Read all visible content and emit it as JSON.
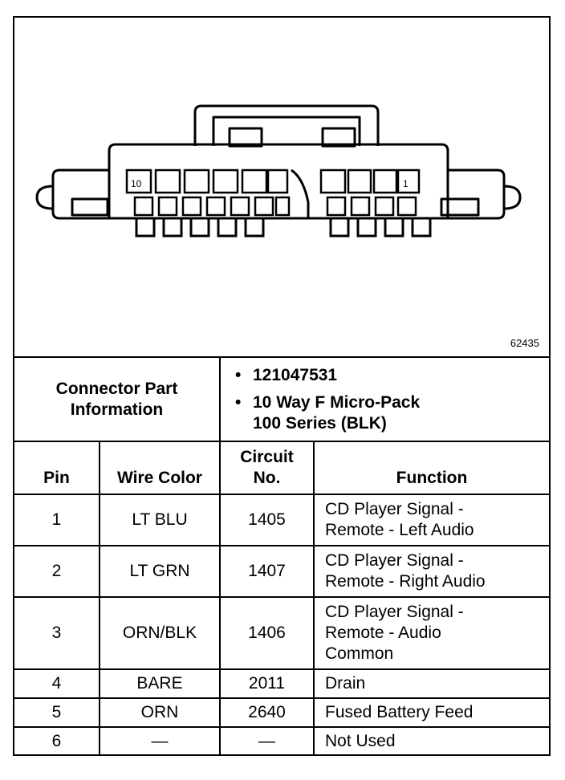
{
  "figure_number": "62435",
  "connector": {
    "cavity_labels": {
      "left": "10",
      "right": "1"
    }
  },
  "part_info": {
    "label_line1": "Connector Part",
    "label_line2": "Information",
    "bullet": "•",
    "part_number": "121047531",
    "description_line1": "10 Way F Micro-Pack",
    "description_line2": "100 Series (BLK)"
  },
  "table": {
    "headers": {
      "pin": "Pin",
      "wire_color": "Wire Color",
      "circuit_line1": "Circuit",
      "circuit_line2": "No.",
      "function": "Function"
    },
    "rows": [
      {
        "pin": "1",
        "wire_color": "LT BLU",
        "circuit": "1405",
        "function": [
          "CD Player Signal -",
          "Remote - Left Audio"
        ]
      },
      {
        "pin": "2",
        "wire_color": "LT GRN",
        "circuit": "1407",
        "function": [
          "CD Player Signal -",
          "Remote - Right Audio"
        ]
      },
      {
        "pin": "3",
        "wire_color": "ORN/BLK",
        "circuit": "1406",
        "function": [
          "CD Player Signal -",
          "Remote - Audio",
          "Common"
        ]
      },
      {
        "pin": "4",
        "wire_color": "BARE",
        "circuit": "2011",
        "function": [
          "Drain"
        ]
      },
      {
        "pin": "5",
        "wire_color": "ORN",
        "circuit": "2640",
        "function": [
          "Fused Battery Feed"
        ]
      },
      {
        "pin": "6",
        "wire_color": "—",
        "circuit": "—",
        "function": [
          "Not Used"
        ]
      }
    ]
  }
}
